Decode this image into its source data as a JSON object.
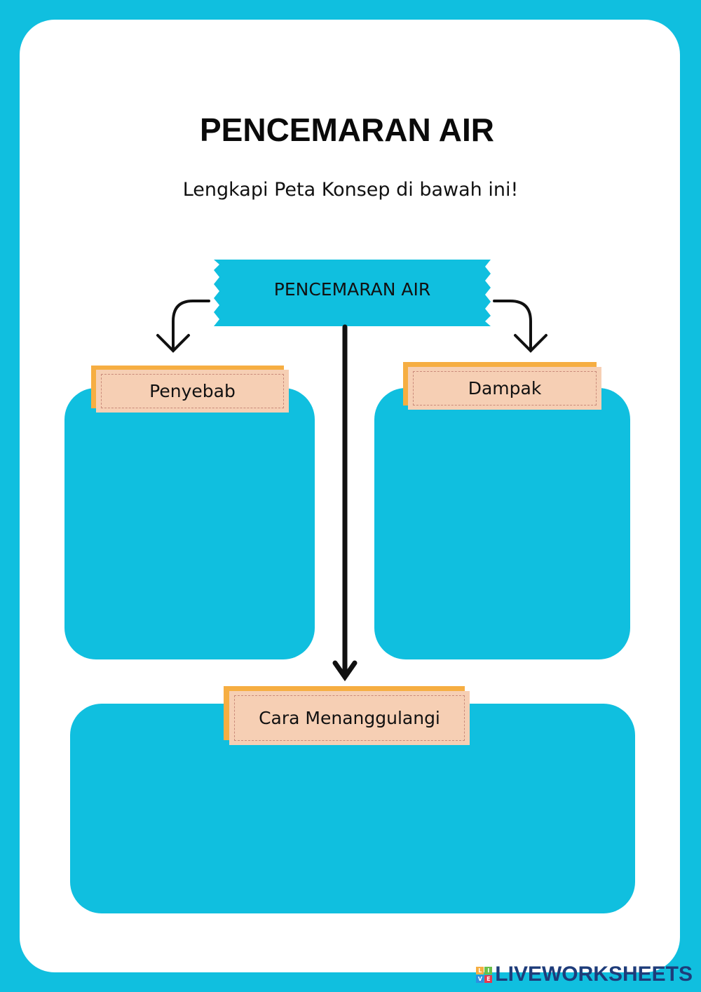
{
  "title": "PENCEMARAN AIR",
  "instruction": "Lengkapi Peta Konsep di bawah ini!",
  "central_node": "PENCEMARAN AIR",
  "boxes": {
    "left": "Penyebab",
    "right": "Dampak",
    "bottom": "Cara Menanggulangi"
  },
  "logo": {
    "text": "LIVEWORKSHEETS",
    "letters": [
      "L",
      "I",
      "V",
      "E"
    ]
  },
  "colors": {
    "background": "#10bfdf",
    "label_back": "#f6ae42",
    "label_front": "#f6cfb4"
  }
}
